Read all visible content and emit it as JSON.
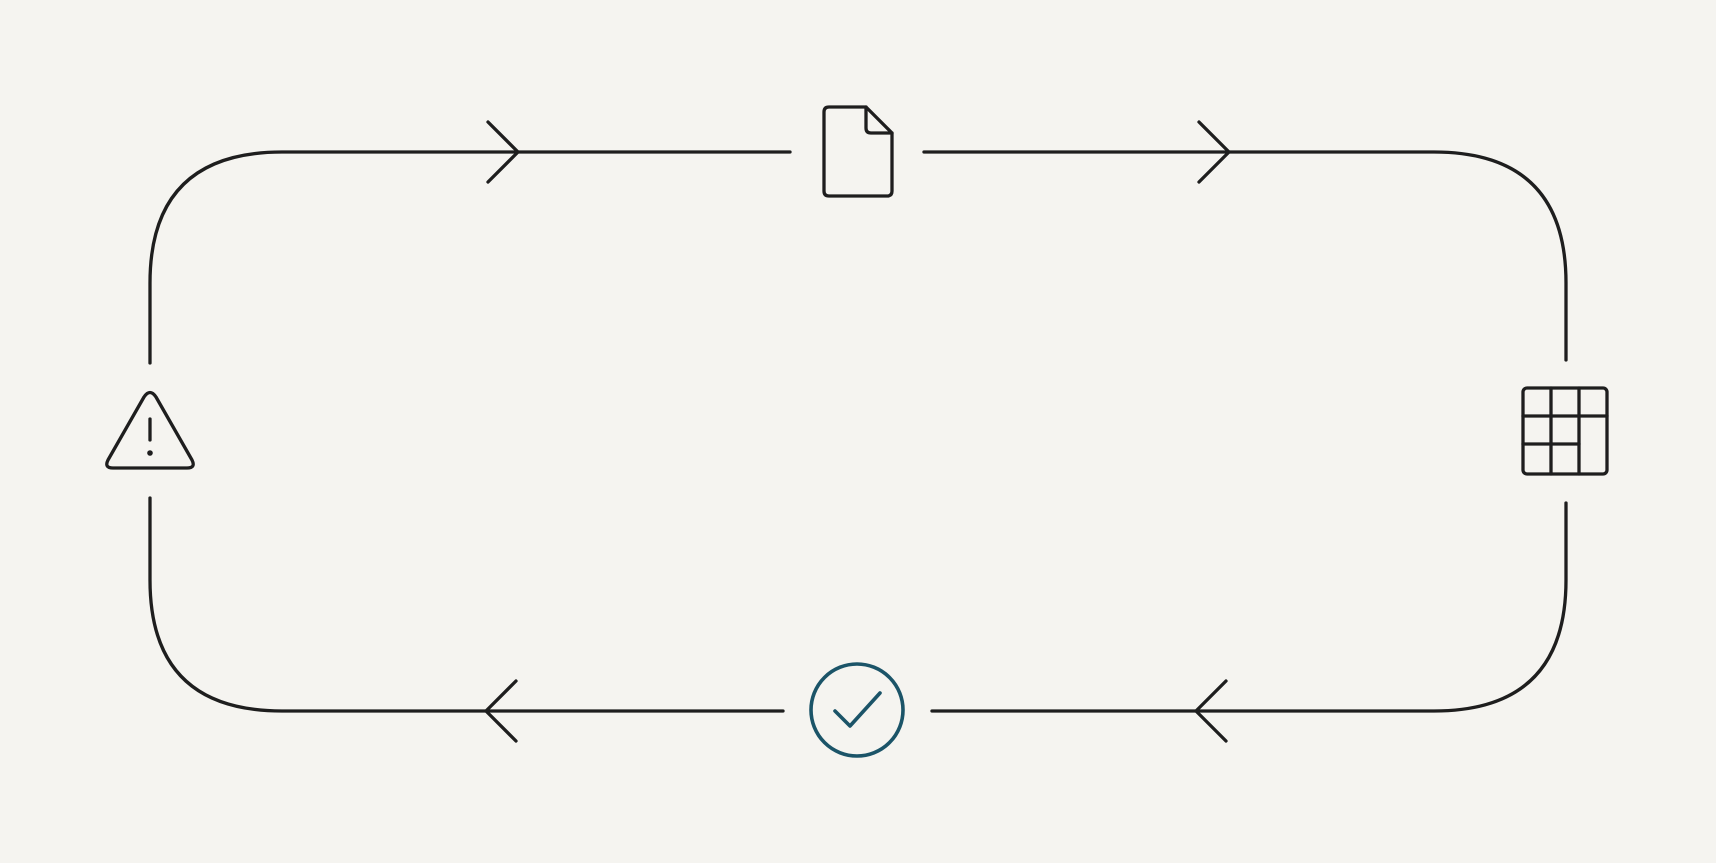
{
  "diagram": {
    "type": "cycle",
    "nodes": [
      {
        "id": "document",
        "icon": "document-icon"
      },
      {
        "id": "table",
        "icon": "table-icon"
      },
      {
        "id": "approved",
        "icon": "check-circle-icon"
      },
      {
        "id": "warning",
        "icon": "warning-icon"
      }
    ],
    "edges": [
      {
        "from": "warning",
        "to": "document"
      },
      {
        "from": "document",
        "to": "table"
      },
      {
        "from": "table",
        "to": "approved"
      },
      {
        "from": "approved",
        "to": "warning"
      }
    ],
    "colors": {
      "background": "#f5f4f0",
      "line": "#1e1e1e",
      "accent": "#1b5468"
    }
  }
}
